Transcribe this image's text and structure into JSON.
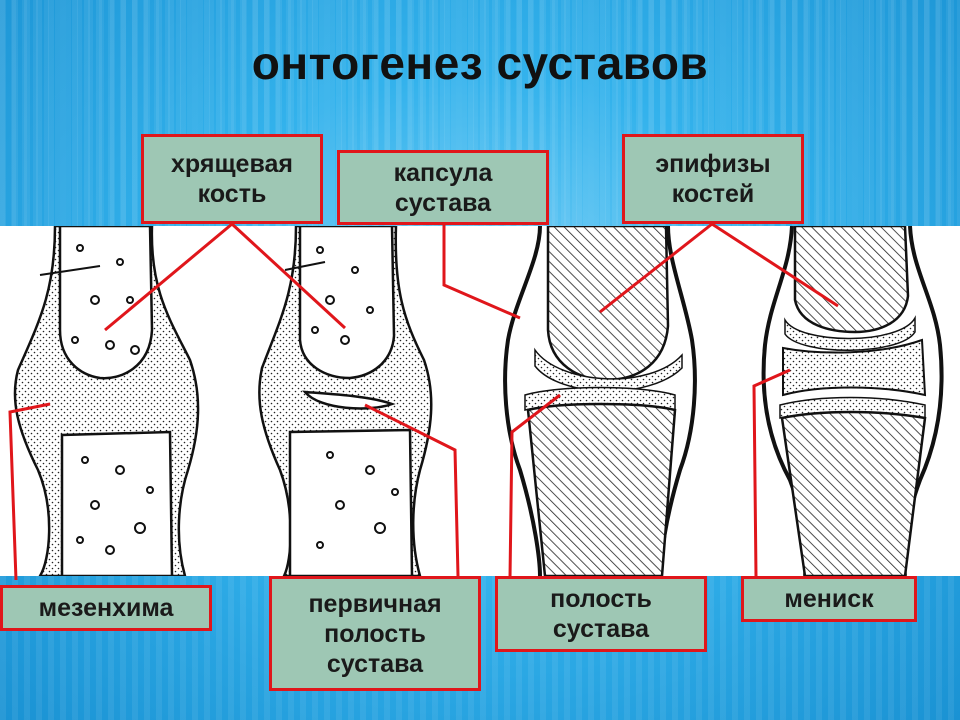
{
  "title": "онтогенез суставов",
  "labels": {
    "cartilage_bone": "хрящевая\nкость",
    "joint_capsule": "капсула\nсустава",
    "epiphyses": "эпифизы\nкостей",
    "mesenchyme": "мезенхима",
    "primary_cavity": "первичная\nполость\nсустава",
    "joint_cavity": "полость\nсустава",
    "meniscus": "мениск"
  },
  "colors": {
    "title": "#111111",
    "label_fill": "#9ec7b4",
    "label_border": "#e0161b",
    "leader_line": "#e0161b",
    "background": "#33b2ec"
  }
}
